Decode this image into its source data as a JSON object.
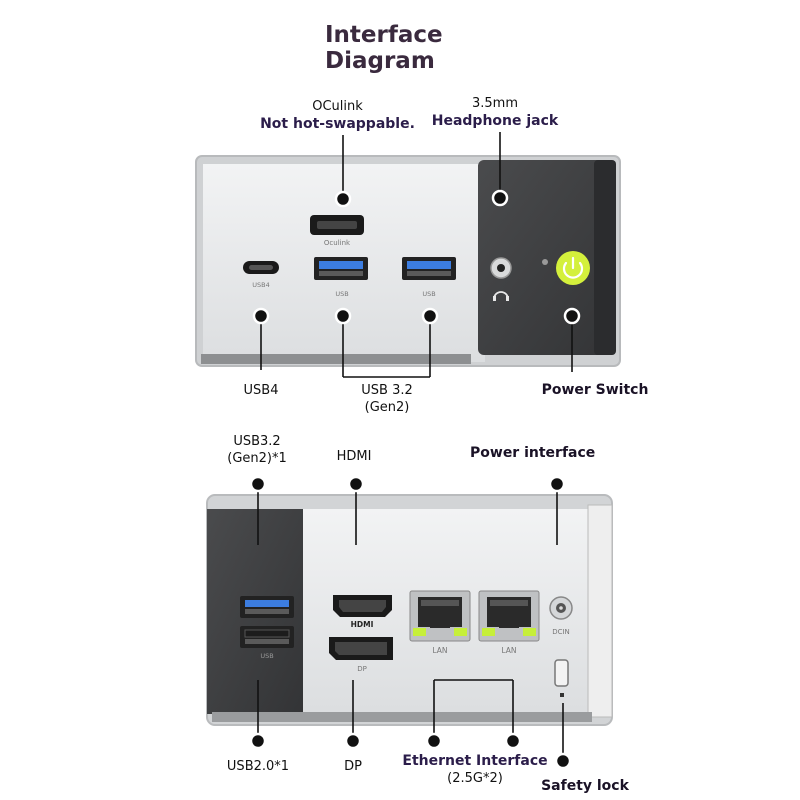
{
  "title": {
    "line1": "Interface",
    "line2": "Diagram"
  },
  "top_panel": {
    "oculink_name": "OCulink",
    "oculink_note": "Not hot-swappable.",
    "headphone_size": "3.5mm",
    "headphone_name": "Headphone jack",
    "usb4_label": "USB4",
    "usb32_line1": "USB 3.2",
    "usb32_line2": "(Gen2)",
    "power_switch_label": "Power Switch",
    "port_text": {
      "oculink": "Oculink",
      "usb4": "USB4",
      "usb_a": "USB",
      "usb_b": "USB"
    }
  },
  "bottom_panel": {
    "usb32_line1": "USB3.2",
    "usb32_line2": "(Gen2)*1",
    "hdmi_label": "HDMI",
    "power_interface_label": "Power interface",
    "usb20_label": "USB2.0*1",
    "dp_label": "DP",
    "ethernet_line1": "Ethernet Interface",
    "ethernet_line2": "(2.5G*2)",
    "safety_lock_label": "Safety lock",
    "port_text": {
      "hdmi_logo": "HDMI",
      "dp": "DP",
      "lan1": "LAN",
      "lan2": "LAN",
      "usb": "USB",
      "dcin": "DCIN"
    }
  },
  "colors": {
    "accent_power": "#d4f03c",
    "usb3_blue": "#3c7de0",
    "lan_led": "#c6ef3a",
    "dark_panel": "#3d3e40"
  }
}
